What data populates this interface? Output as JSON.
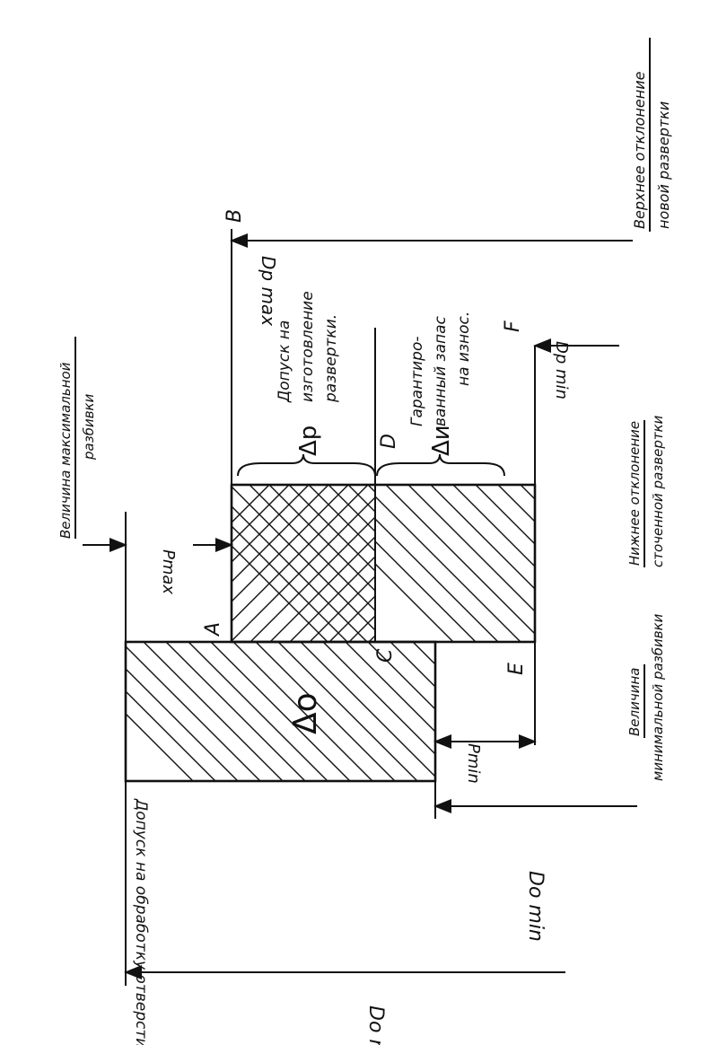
{
  "labels": {
    "upper_new_line1": "Верхнее отклонение",
    "upper_new_line2": "новой развертки",
    "lower_worn_line1": "Нижнее отклонение",
    "lower_worn_line2": "сточенной развертки",
    "max_break_line1": "Величина максимальной",
    "max_break_line2": "разбивки",
    "min_break_line1": "Величина",
    "min_break_line2": "минимальной разбивки",
    "hole_tolerance": "Допуск на обработку отверстия",
    "reamer_tol_line1": "Допуск на",
    "reamer_tol_line2": "изготовление",
    "reamer_tol_line3": "развертки.",
    "wear_line1": "Гарантиро-",
    "wear_line2": "ванный запас",
    "wear_line3": "на износ.",
    "delta_p": "Δр",
    "delta_i": "Δи",
    "delta_o": "Δо",
    "D_p_max": "Dp max",
    "D_p_min": "Dp min",
    "D_o_min": "Do min",
    "D_o_max": "Do max",
    "P_max": "Pmax",
    "P_min": "Pmin"
  },
  "points": {
    "A": "A",
    "B": "B",
    "C": "C",
    "D": "D",
    "E": "E",
    "F": "F"
  }
}
